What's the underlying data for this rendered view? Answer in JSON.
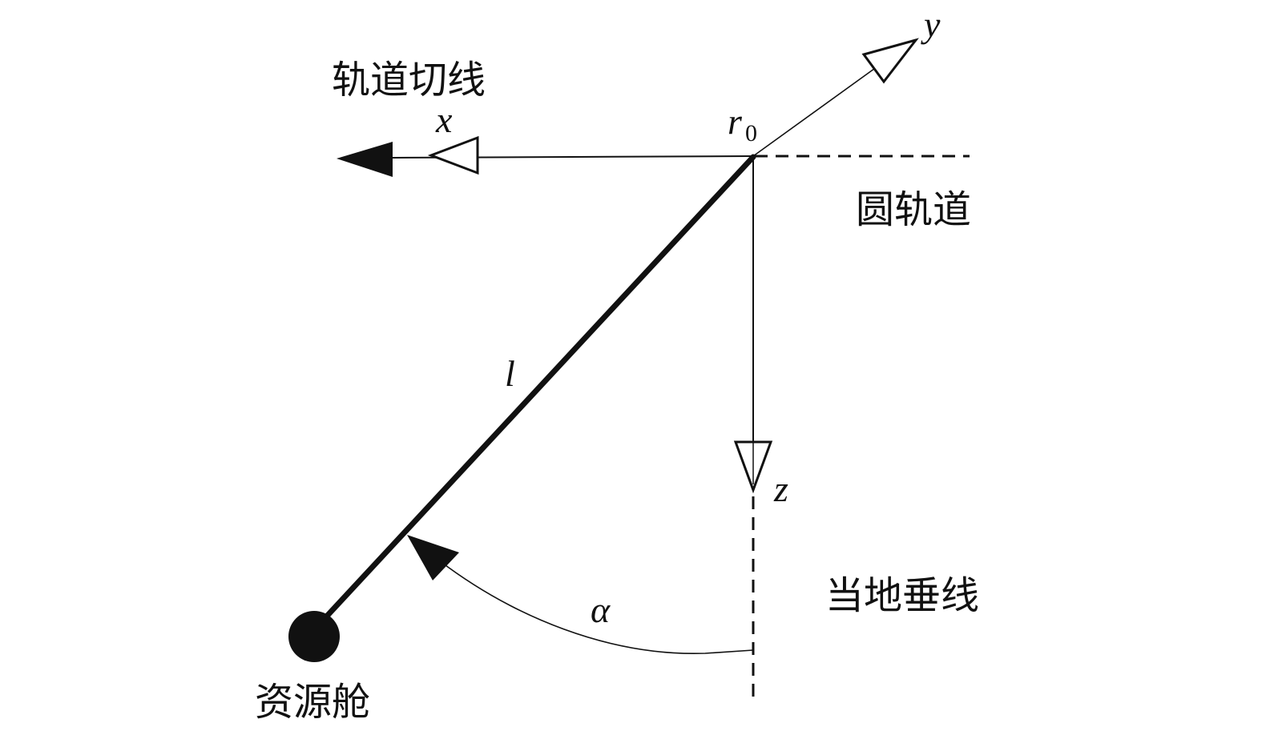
{
  "labels": {
    "orbit_tangent": "轨道切线",
    "circular_orbit": "圆轨道",
    "local_vertical": "当地垂线",
    "resource_cabin": "资源舱",
    "axis_x": "x",
    "axis_y": "y",
    "axis_z": "z",
    "origin_r": "r",
    "origin_sub": "0",
    "tether_length": "l",
    "angle": "α"
  },
  "colors": {
    "ink": "#111111"
  }
}
